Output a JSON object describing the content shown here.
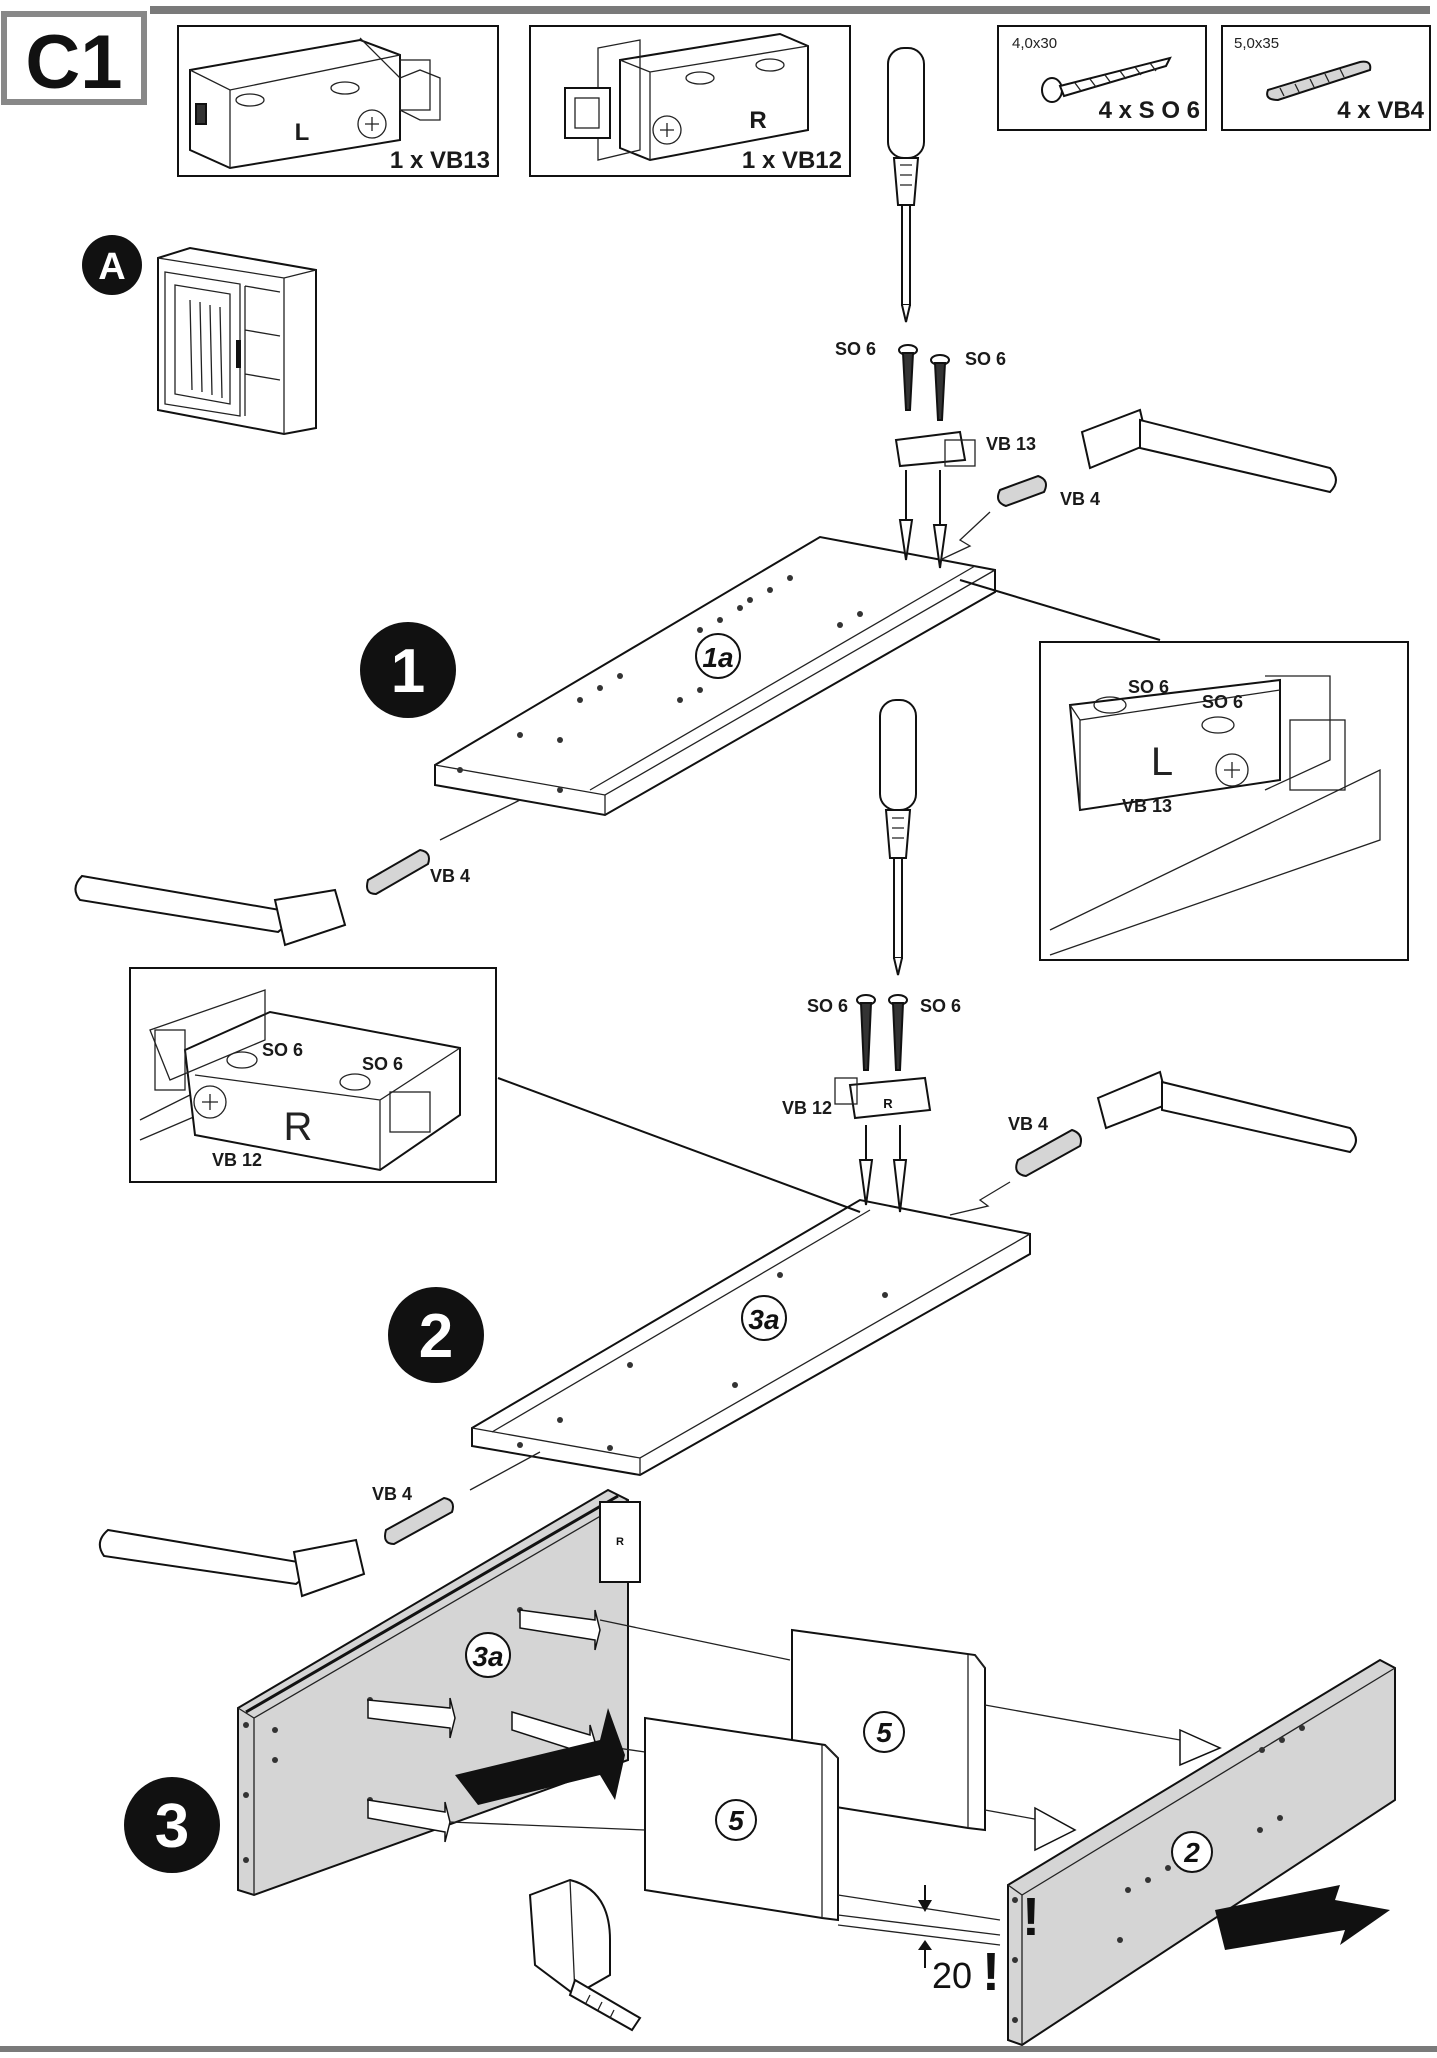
{
  "header": {
    "section_code": "C1"
  },
  "hardware": {
    "vb13": {
      "side_letter": "L",
      "qty_label": "1 x VB13"
    },
    "vb12": {
      "side_letter": "R",
      "qty_label": "1 x VB12"
    },
    "so6": {
      "size": "4,0x30",
      "qty_label": "4 x S O 6"
    },
    "vb4": {
      "size": "5,0x35",
      "qty_label": "4 x VB4"
    }
  },
  "overview": {
    "badge": "A"
  },
  "step1": {
    "number": "1",
    "panel_label": "1a",
    "screw_left": "SO 6",
    "screw_right": "SO 6",
    "lock_label": "VB 13",
    "dowel_right": "VB 4",
    "dowel_left": "VB 4",
    "detail": {
      "screw_a": "SO 6",
      "screw_b": "SO 6",
      "letter": "L",
      "lock_label": "VB 13"
    }
  },
  "step2": {
    "number": "2",
    "panel_label": "3a",
    "screw_left": "SO 6",
    "screw_right": "SO 6",
    "lock_label": "VB 12",
    "lock_letter": "R",
    "dowel_right": "VB 4",
    "dowel_left": "VB 4",
    "detail": {
      "screw_a": "SO 6",
      "screw_b": "SO 6",
      "letter": "R",
      "lock_label": "VB 12"
    }
  },
  "step3": {
    "number": "3",
    "back_panel_label": "3a",
    "shelf_label_top": "5",
    "shelf_label_bottom": "5",
    "side_panel_label": "2",
    "measure_value": "20",
    "warning": "!"
  }
}
